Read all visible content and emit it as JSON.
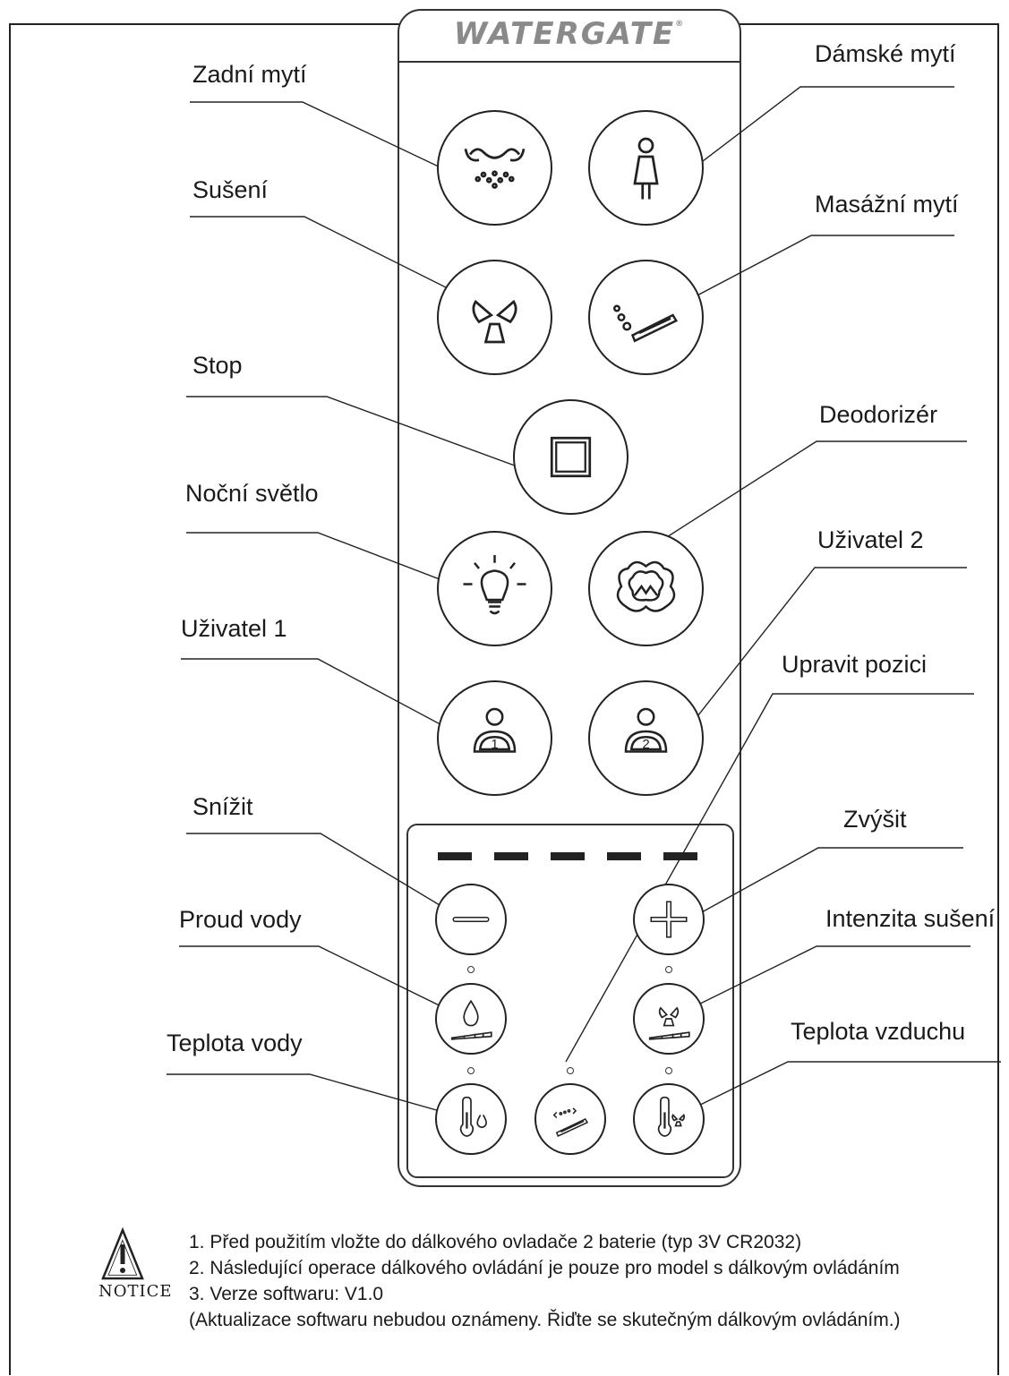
{
  "brand": {
    "logo_text": "WATERGATE",
    "trademark": "®"
  },
  "labels": {
    "rear_wash": "Zadní mytí",
    "lady_wash": "Dámské mytí",
    "drying": "Sušení",
    "massage_wash": "Masážní mytí",
    "stop": "Stop",
    "deodorizer": "Deodorizér",
    "night_light": "Noční světlo",
    "user2": "Uživatel 2",
    "user1": "Uživatel 1",
    "adjust_position": "Upravit pozici",
    "decrease": "Snížit",
    "increase": "Zvýšit",
    "water_flow": "Proud vody",
    "dry_intensity": "Intenzita sušení",
    "water_temp": "Teplota vody",
    "air_temp": "Teplota vzduchu"
  },
  "buttons": {
    "user1_number": "1",
    "user2_number": "2"
  },
  "icons": {
    "rear_wash": "rear-wash-icon",
    "lady_wash": "lady-icon",
    "drying": "fan-icon",
    "massage_wash": "massage-nozzle-icon",
    "stop": "stop-square-icon",
    "deodorizer": "flower-icon",
    "night_light": "lightbulb-icon",
    "user": "user-icon",
    "minus": "minus-icon",
    "plus": "plus-icon",
    "water_drop": "water-drop-icon",
    "fan_level": "fan-level-icon",
    "thermo_water": "thermometer-water-icon",
    "nozzle_position": "nozzle-position-icon",
    "thermo_air": "thermometer-air-icon",
    "warning": "warning-triangle-icon"
  },
  "notice": {
    "caption": "NOTICE",
    "lines": [
      "1. Před použitím vložte do dálkového ovladače 2 baterie (typ 3V CR2032)",
      "2. Následující operace dálkového ovládání je pouze pro model s dálkovým ovládáním",
      "3. Verze softwaru: V1.0",
      "(Aktualizace softwaru nebudou oznámeny. Řiďte se skutečným dálkovým ovládáním.)"
    ]
  },
  "colors": {
    "outline": "#222222",
    "logo": "#8a8a8a",
    "background": "#ffffff"
  }
}
